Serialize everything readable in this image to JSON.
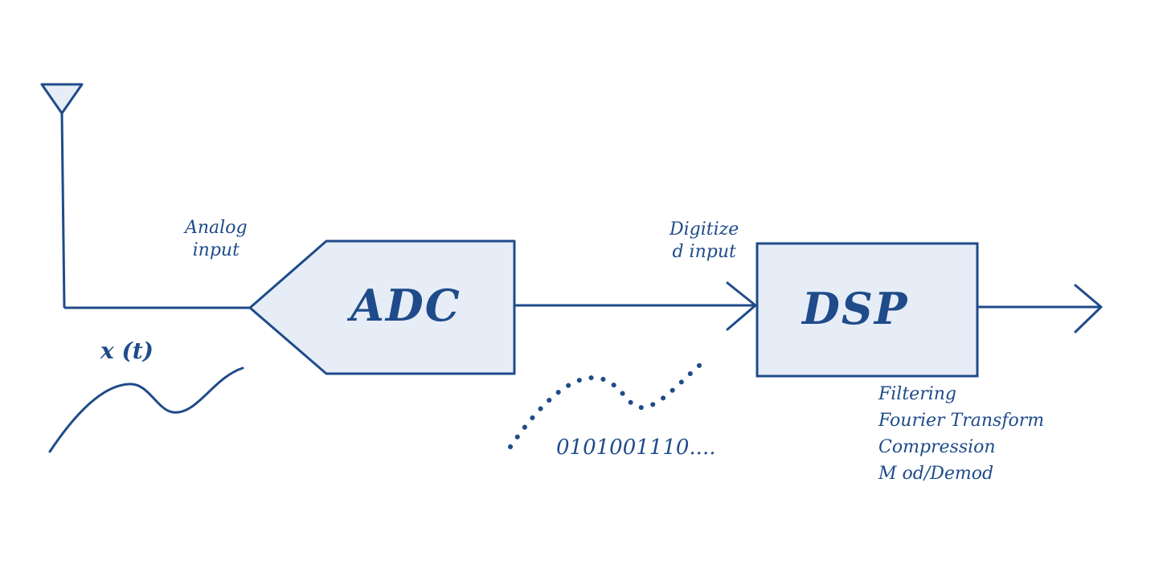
{
  "colors": {
    "stroke": "#1f4b8a",
    "block_fill": "#e6edf6",
    "background": "#ffffff"
  },
  "labels": {
    "analog_input": [
      "Analog",
      "input"
    ],
    "digitized_input": [
      "Digitize",
      "d input"
    ],
    "signal": "x (t)",
    "bits": "0101001110....",
    "dsp_functions": [
      "Filtering",
      "Fourier Transform",
      "Compression",
      "M od/Demod"
    ]
  },
  "blocks": {
    "adc": "ADC",
    "dsp": "DSP"
  },
  "icons": {
    "antenna": "antenna-icon"
  }
}
